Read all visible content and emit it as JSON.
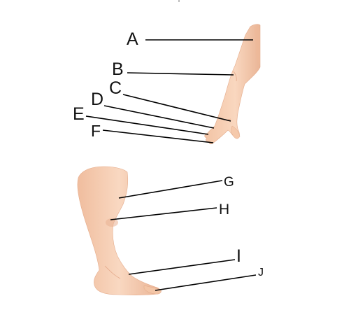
{
  "labels": {
    "a": "A",
    "b": "B",
    "c": "C",
    "d": "D",
    "e": "E",
    "f": "F",
    "g": "G",
    "h": "H",
    "i": "I",
    "j": "J"
  },
  "colors": {
    "background": "#ffffff",
    "skin": "#f6cfb2",
    "skin_shadow": "#e8b292",
    "line": "#000000"
  }
}
